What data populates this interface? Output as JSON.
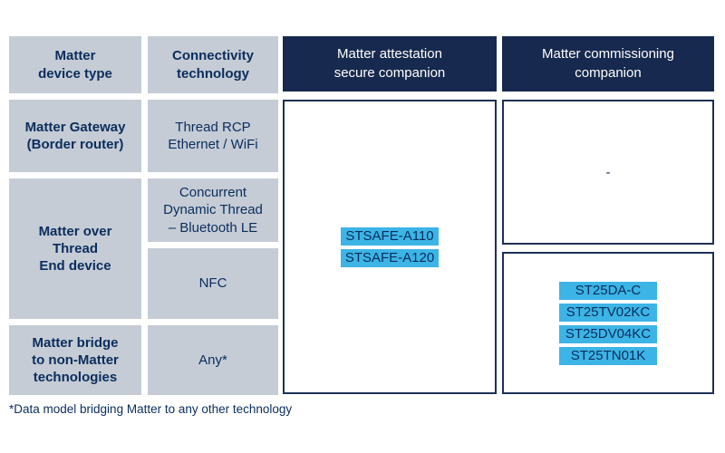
{
  "table": {
    "headers": {
      "device_type": "Matter\ndevice type",
      "connectivity": "Connectivity\ntechnology",
      "attestation": "Matter attestation\nsecure companion",
      "commissioning": "Matter commissioning\ncompanion"
    },
    "device_types": {
      "gateway": "Matter Gateway\n(Border router)",
      "thread_end_device": "Matter over\nThread\nEnd device",
      "bridge": "Matter bridge\nto non-Matter\ntechnologies"
    },
    "connectivity": {
      "thread_rcp": "Thread RCP\nEthernet / WiFi",
      "concurrent_thread_ble": "Concurrent\nDynamic Thread\n– Bluetooth LE",
      "nfc": "NFC",
      "any": "Any*"
    },
    "attestation_products": [
      "STSAFE-A110",
      "STSAFE-A120"
    ],
    "commissioning_gateway_value": "-",
    "commissioning_products": [
      "ST25DA-C",
      "ST25TV02KC",
      "ST25DV04KC",
      "ST25TN01K"
    ]
  },
  "footnote": "*Data model bridging Matter to any other technology",
  "colors": {
    "header_navy": "#17294e",
    "cell_gray": "#c5ccd6",
    "chip_blue": "#3cb4e6",
    "text_navy": "#0b2d5b",
    "box_border": "#1d3156",
    "header_text": "#ffffff"
  }
}
